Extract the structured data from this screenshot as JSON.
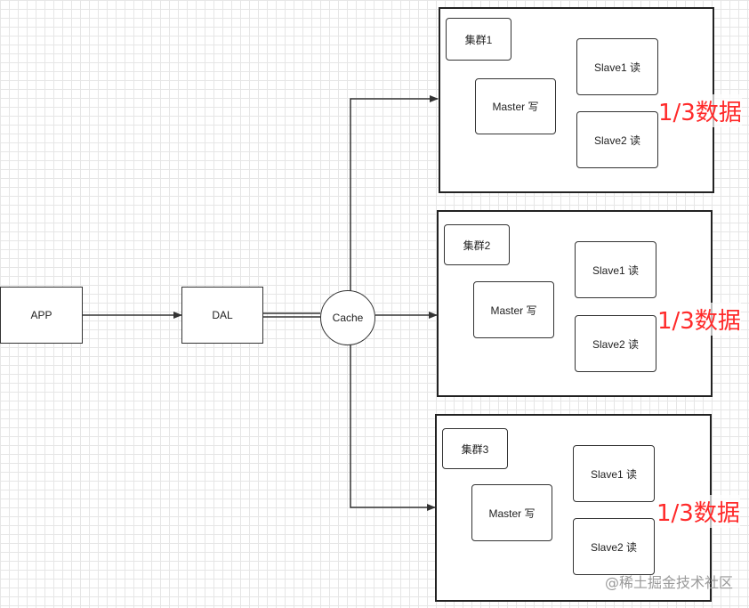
{
  "nodes": {
    "app": "APP",
    "dal": "DAL",
    "cache": "Cache"
  },
  "clusters": [
    {
      "title": "集群1",
      "master": "Master 写",
      "slave1": "Slave1 读",
      "slave2": "Slave2 读",
      "share": "1/3数据"
    },
    {
      "title": "集群2",
      "master": "Master 写",
      "slave1": "Slave1 读",
      "slave2": "Slave2 读",
      "share": "1/3数据"
    },
    {
      "title": "集群3",
      "master": "Master 写",
      "slave1": "Slave1 读",
      "slave2": "Slave2 读",
      "share": "1/3数据"
    }
  ],
  "watermark": "@稀土掘金技术社区",
  "colors": {
    "accent": "#ff2a2a",
    "line": "#333333",
    "grid": "#e6e6e6"
  }
}
